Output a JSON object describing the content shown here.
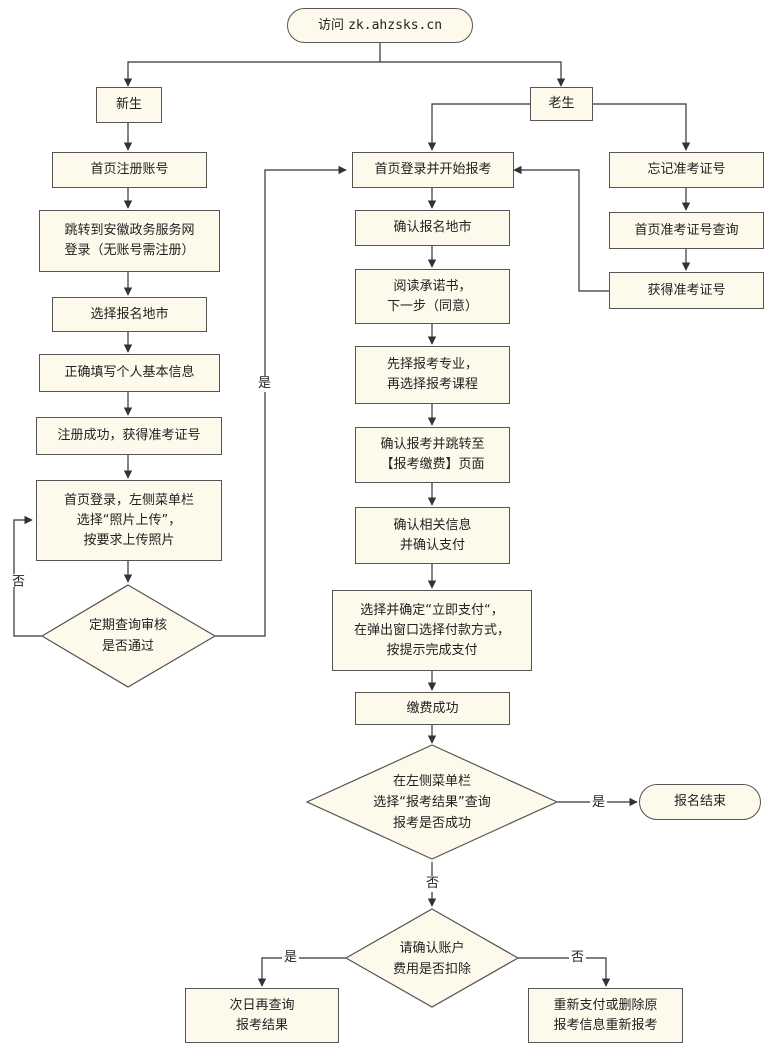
{
  "start": {
    "prefix": "访问",
    "url": "zk.ahzsks.cn"
  },
  "new_student": {
    "label": "新生",
    "steps": [
      "首页注册账号",
      "跳转到安徽政务服务网\n登录（无账号需注册）",
      "选择报名地市",
      "正确填写个人基本信息",
      "注册成功，获得准考证号",
      "首页登录，左侧菜单栏\n选择“照片上传”，\n按要求上传照片"
    ],
    "decision": "定期查询审核\n是否通过",
    "yes_label": "是",
    "no_label": "否"
  },
  "old_student": {
    "label": "老生",
    "steps": [
      "首页登录并开始报考",
      "确认报名地市",
      "阅读承诺书，\n下一步（同意）",
      "先择报考专业，\n再选择报考课程",
      "确认报考并跳转至\n【报考缴费】页面",
      "确认相关信息\n并确认支付",
      "选择并确定“立即支付“，\n在弹出窗口选择付款方式，\n按提示完成支付",
      "缴费成功"
    ],
    "decision": "在左侧菜单栏\n选择“报考结果”查询\n报考是否成功",
    "yes_label": "是",
    "no_label": "否",
    "end": "报名结束"
  },
  "forgot_branch": {
    "steps": [
      "忘记准考证号",
      "首页准考证号查询",
      "获得准考证号"
    ]
  },
  "refund_check": {
    "decision": "请确认账户\n费用是否扣除",
    "yes_label": "是",
    "no_label": "否",
    "yes_result": "次日再查询\n报考结果",
    "no_result": "重新支付或删除原\n报考信息重新报考"
  },
  "colors": {
    "box_fill": "#fdf9eb",
    "stroke": "#555555"
  }
}
